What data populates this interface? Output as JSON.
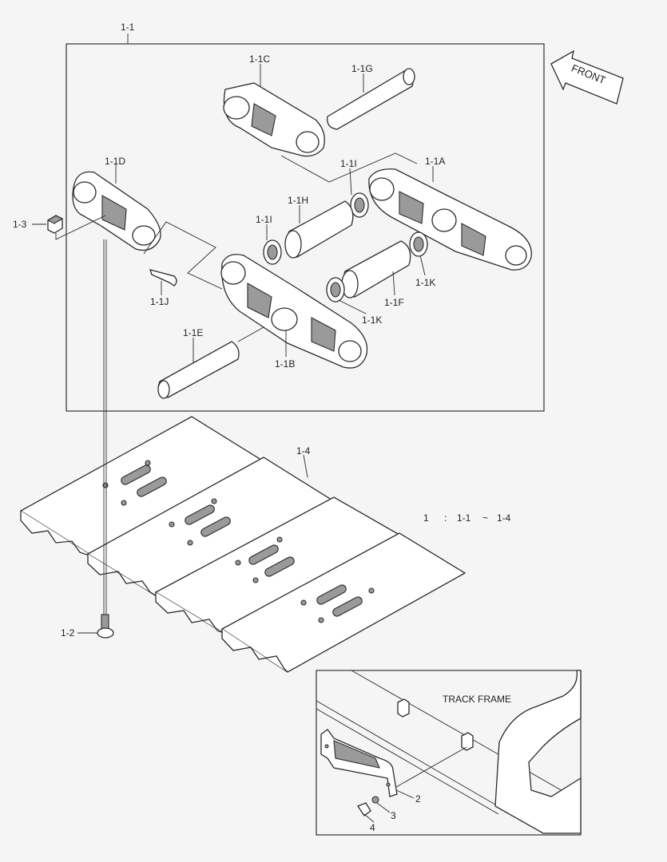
{
  "labels": {
    "assembly": "1-1",
    "link_c": "1-1C",
    "pin_g": "1-1G",
    "link_d": "1-1D",
    "seal_i_top": "1-1I",
    "link_a": "1-1A",
    "nut_3": "1-3",
    "bushing_h": "1-1H",
    "seal_i_left": "1-1I",
    "pin_j": "1-1J",
    "seal_k_right": "1-1K",
    "bushing_f": "1-1F",
    "seal_k_mid": "1-1K",
    "pin_e": "1-1E",
    "link_b": "1-1B",
    "shoe_4": "1-4",
    "bolt_2": "1-2",
    "front": "FRONT",
    "track_frame": "TRACK FRAME",
    "callout_2": "2",
    "callout_3": "3",
    "callout_4": "4"
  },
  "legend": {
    "num": "1",
    "colon": ":",
    "from": "1-1",
    "tilde": "~",
    "to": "1-4"
  }
}
